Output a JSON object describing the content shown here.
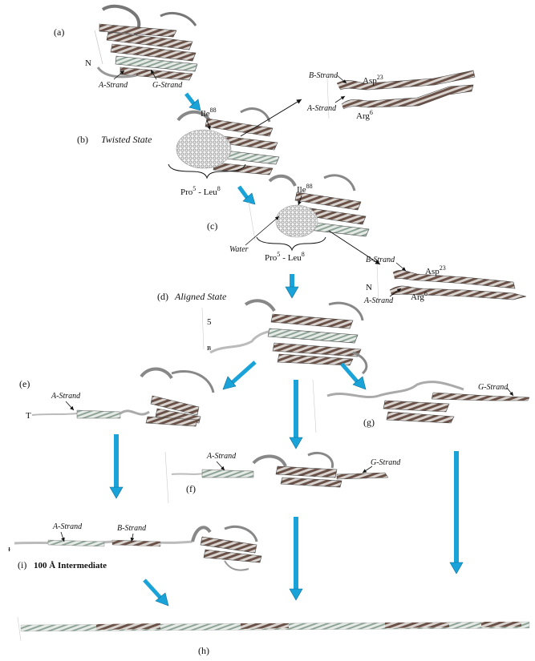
{
  "panels": {
    "a": "(a)",
    "b": "(b)",
    "c": "(c)",
    "d": "(d)",
    "e": "(e)",
    "f": "(f)",
    "g": "(g)",
    "h": "(h)",
    "i": "(i)"
  },
  "states": {
    "twisted": "Twisted State",
    "aligned": "Aligned State",
    "intermediate": "100 Å Intermediate"
  },
  "strands": {
    "a": "A-Strand",
    "b": "B-Strand",
    "g": "G-Strand"
  },
  "residues": {
    "ile": "Ile",
    "ile_num": "88",
    "asp": "Asp",
    "asp_num": "23",
    "arg": "Arg",
    "arg_num": "6",
    "pro": "Pro",
    "pro_num": "5",
    "dash": "- Leu",
    "leu_num": "8"
  },
  "misc": {
    "water": "Water",
    "n_terminus": "N"
  },
  "colors": {
    "arrow_blue": "#1aa3d9",
    "ribbon_brown": "#6b5248",
    "ribbon_gray": "#c8c8c8",
    "ribbon_green": "#9fb5a5"
  }
}
